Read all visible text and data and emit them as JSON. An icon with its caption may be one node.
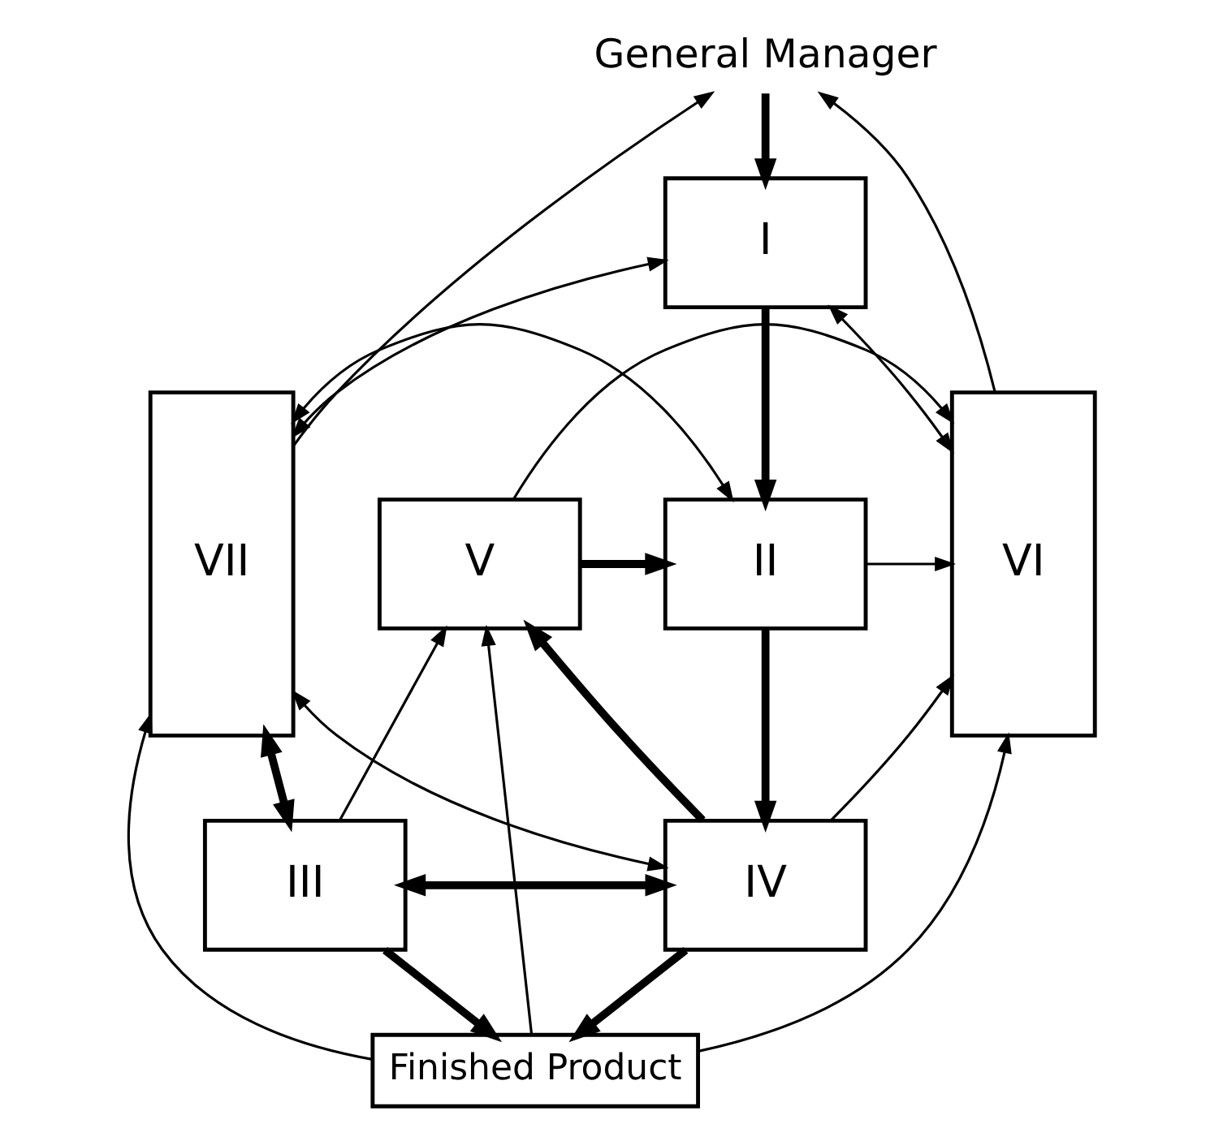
{
  "diagram": {
    "nodes": [
      {
        "text": [
          "General Manager"
        ]
      },
      {
        "text": [
          "I"
        ]
      },
      {
        "text": [
          "VII"
        ]
      },
      {
        "text": [
          "II"
        ]
      },
      {
        "text": [
          "V"
        ]
      },
      {
        "text": [
          "VI"
        ]
      },
      {
        "text": [
          "III"
        ]
      },
      {
        "text": [
          "IV"
        ]
      },
      {
        "text": [
          "Finished Product"
        ]
      }
    ],
    "edges": [
      {
        "from": 2,
        "to": 0,
        "arrow": "to"
      },
      {
        "from": 5,
        "to": 0,
        "arrow": "to"
      },
      {
        "from": 0,
        "to": 1,
        "arrow": "to",
        "style": "thick"
      },
      {
        "from": 2,
        "to": 1,
        "arrow": "both"
      },
      {
        "from": 1,
        "to": 5,
        "arrow": "both"
      },
      {
        "from": 1,
        "to": 3,
        "arrow": "to",
        "style": "thick"
      },
      {
        "from": 3,
        "to": 5,
        "arrow": "to"
      },
      {
        "from": 2,
        "to": 3,
        "arrow": "both"
      },
      {
        "from": 4,
        "to": 3,
        "arrow": "to",
        "style": "thick"
      },
      {
        "from": 4,
        "to": 5,
        "arrow": "to"
      },
      {
        "from": 2,
        "to": 7,
        "arrow": "both"
      },
      {
        "from": 6,
        "to": 4,
        "arrow": "to"
      },
      {
        "from": 3,
        "to": 7,
        "arrow": "to",
        "style": "thick"
      },
      {
        "from": 7,
        "to": 4,
        "arrow": "to",
        "style": "thick"
      },
      {
        "from": 2,
        "to": 6,
        "arrow": "both",
        "style": "thick"
      },
      {
        "from": 6,
        "to": 7,
        "arrow": "both",
        "style": "thick"
      },
      {
        "from": 7,
        "to": 5,
        "arrow": "to"
      },
      {
        "from": 8,
        "to": 4,
        "arrow": "to"
      },
      {
        "from": 8,
        "to": 2,
        "arrow": "to"
      },
      {
        "from": 8,
        "to": 5,
        "arrow": "to"
      },
      {
        "from": 6,
        "to": 8,
        "arrow": "to",
        "style": "thick"
      },
      {
        "from": 7,
        "to": 8,
        "arrow": "to",
        "style": "thick"
      }
    ]
  }
}
